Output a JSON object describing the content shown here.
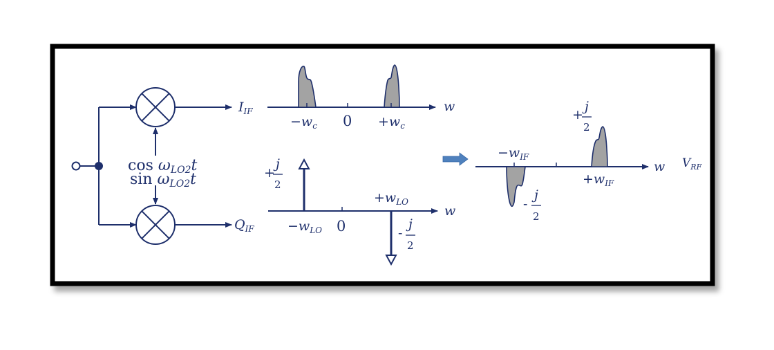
{
  "colors": {
    "ink": "#1e2f6b",
    "lobe_fill": "#a3a3a3",
    "arrow_blue": "#4f81bd",
    "frame": "#000000",
    "background": "#ffffff"
  },
  "mixer": {
    "top_output": {
      "base": "I",
      "sub": "IF"
    },
    "bottom_output": {
      "base": "Q",
      "sub": "IF"
    },
    "cos_label": {
      "fn": "cos",
      "var": "ω",
      "sub": "LO2",
      "t": "t"
    },
    "sin_label": {
      "fn": "sin",
      "var": "ω",
      "sub": "LO2",
      "t": "t"
    }
  },
  "spectrum_I": {
    "axis_label": "w",
    "ticks": [
      {
        "sign": "−",
        "base": "w",
        "sub": "c"
      },
      {
        "text": "0"
      },
      {
        "sign": "+",
        "base": "w",
        "sub": "c"
      }
    ]
  },
  "spectrum_LO": {
    "axis_label": "w",
    "ticks": [
      {
        "sign": "−",
        "base": "w",
        "sub": "LO"
      },
      {
        "text": "0"
      },
      {
        "sign": "+",
        "base": "w",
        "sub": "LO"
      }
    ],
    "pos_impulse": {
      "sign": "+",
      "num": "j",
      "den": "2"
    },
    "neg_impulse": {
      "sign": "-",
      "num": "j",
      "den": "2"
    }
  },
  "spectrum_RF": {
    "axis_label": "w",
    "output_label": {
      "base": "V",
      "sub": "RF"
    },
    "ticks": [
      {
        "sign": "−",
        "base": "w",
        "sub": "IF"
      },
      {
        "sign": "+",
        "base": "w",
        "sub": "IF"
      }
    ],
    "pos_weight": {
      "sign": "+",
      "num": "j",
      "den": "2"
    },
    "neg_weight": {
      "sign": "-",
      "num": "j",
      "den": "2"
    }
  }
}
